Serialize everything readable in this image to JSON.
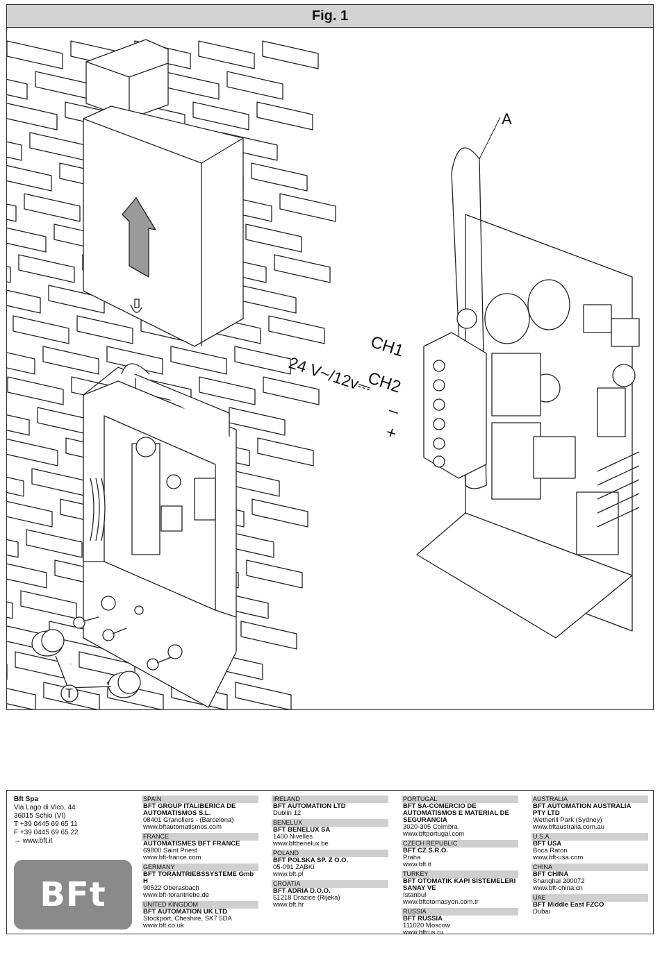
{
  "figure": {
    "title": "Fig. 1",
    "labels": {
      "antenna": "A",
      "ch1": "CH1",
      "ch2": "CH2",
      "power": "24 V~/12v⎓",
      "minus": "–",
      "plus": "+",
      "caps": "T"
    }
  },
  "headquarters": {
    "name": "Bft Spa",
    "street": "Via Lago di Vico, 44",
    "city": "36015 Schio (VI)",
    "phone": "T +39 0445 69 65 11",
    "fax": "F +39 0445 69 65 22",
    "web": "→  www.bft.it",
    "logo_text": "BFt",
    "logo_color": "#8a8a8a"
  },
  "columns": [
    [
      {
        "country": "SPAIN",
        "company": [
          "BFT GROUP ITALIBERICA DE",
          "AUTOMATISMOS S.L."
        ],
        "address": [
          "08401 Granollers - (Barcelona)",
          "www.bftautomatismos.com"
        ]
      },
      {
        "country": "FRANCE",
        "company": [
          "AUTOMATISMES BFT FRANCE"
        ],
        "address": [
          "69800 Saint Priest",
          "www.bft-france.com"
        ]
      },
      {
        "country": "GERMANY",
        "company": [
          "BFT TORANTRIEBSSYSTEME Gmb H"
        ],
        "address": [
          "90522 Oberasbach",
          "www.bft-torantriebe.de"
        ]
      },
      {
        "country": "UNITED KINGDOM",
        "company": [
          "BFT AUTOMATION UK LTD"
        ],
        "address": [
          "Stockport, Cheshire, SK7 5DA",
          "www.bft.co.uk"
        ]
      }
    ],
    [
      {
        "country": "IRELAND",
        "company": [
          "BFT AUTOMATION LTD"
        ],
        "address": [
          "Dublin 12"
        ]
      },
      {
        "country": "BENELUX",
        "company": [
          "BFT BENELUX SA"
        ],
        "address": [
          "1400 Nivelles",
          "www.bftbenelux.be"
        ]
      },
      {
        "country": "POLAND",
        "company": [
          "BFT POLSKA SP. Z O.O."
        ],
        "address": [
          "05-091 ZĄBKI",
          "www.bft.pl"
        ]
      },
      {
        "country": "CROATIA",
        "company": [
          "BFT ADRIA D.O.O."
        ],
        "address": [
          "51218 Drazice (Rijeka)",
          "www.bft.hr"
        ]
      }
    ],
    [
      {
        "country": "PORTUGAL",
        "company": [
          "BFT SA-COMERCIO DE",
          "AUTOMATISMOS E MATERIAL DE",
          "SEGURANCIA"
        ],
        "address": [
          "3020-305 Coimbra",
          "www.bftportugal.com"
        ]
      },
      {
        "country": "CZECH REPUBLIC",
        "company": [
          "BFT CZ S.R.O."
        ],
        "address": [
          "Praha",
          "www.bft.it"
        ]
      },
      {
        "country": "TURKEY",
        "company": [
          "BFT OTOMATIK KAPI SISTEMELERI",
          "SANAY VE"
        ],
        "address": [
          "Istanbul",
          "www.bftotomasyon.com.tr"
        ]
      },
      {
        "country": "RUSSIA",
        "company": [
          "BFT RUSSIA"
        ],
        "address": [
          "111020 Moscow",
          "www.bftrus.ru"
        ]
      }
    ],
    [
      {
        "country": "AUSTRALIA",
        "company": [
          "BFT AUTOMATION AUSTRALIA",
          "PTY LTD"
        ],
        "address": [
          "Wetherill Park (Sydney)",
          "www.bftaustralia.com.au"
        ]
      },
      {
        "country": "U.S.A.",
        "company": [
          "BFT USA"
        ],
        "address": [
          "Boca Raton",
          "www.bft-usa.com"
        ]
      },
      {
        "country": "CHINA",
        "company": [
          "BFT CHINA"
        ],
        "address": [
          "Shanghai 200072",
          "www.bft-china.cn"
        ]
      },
      {
        "country": "UAE",
        "company": [
          "BFT Middle East FZCO"
        ],
        "address": [
          "Dubai"
        ]
      }
    ]
  ]
}
